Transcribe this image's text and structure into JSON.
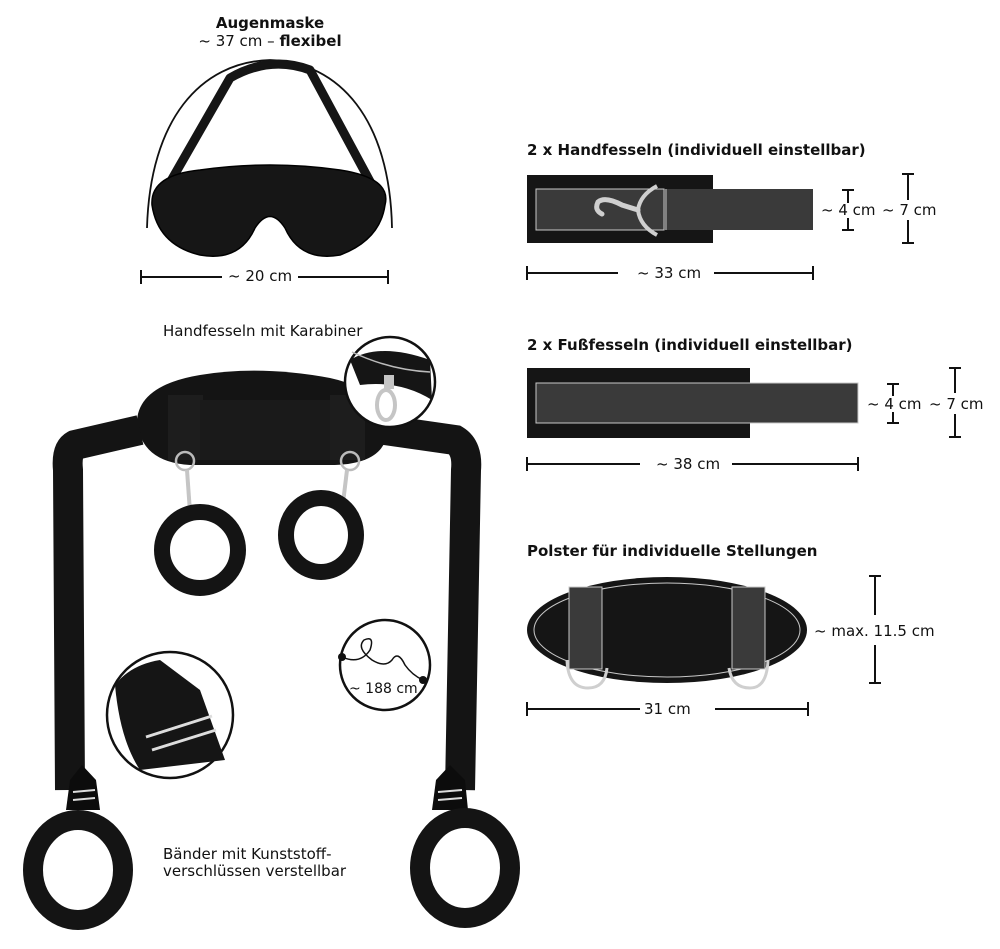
{
  "colors": {
    "product_black": "#151515",
    "panel_dark": "#3a3a3a",
    "outline_light": "#c8c8c8",
    "metal": "#cfcfcf",
    "text": "#111111",
    "background": "#ffffff"
  },
  "blindfold": {
    "title": "Augenmaske",
    "subtitle_prefix": "~ 37 cm – ",
    "subtitle_bold": "flexibel",
    "width_label": "~ 20  cm"
  },
  "harness": {
    "caption_top": "Handfesseln mit Karabiner",
    "strap_length_label": "~ 188 cm",
    "caption_bottom_line1": "Bänder mit Kunststoff-",
    "caption_bottom_line2": "verschlüssen verstellbar",
    "icons": [
      "carabiner-detail-icon",
      "buckle-detail-icon",
      "strap-length-icon"
    ]
  },
  "handcuffs": {
    "title": "2 x Handfesseln (individuell einstellbar)",
    "length_label": "~ 33 cm",
    "inner_width_label": "~ 4 cm",
    "outer_width_label": "~ 7 cm"
  },
  "anklecuffs": {
    "title": "2 x Fußfesseln (individuell einstellbar)",
    "length_label": "~ 38 cm",
    "inner_width_label": "~ 4 cm",
    "outer_width_label": "~ 7 cm"
  },
  "cushion": {
    "title": "Polster für individuelle Stellungen",
    "width_label": "31  cm",
    "height_label": "~ max. 11.5 cm"
  }
}
